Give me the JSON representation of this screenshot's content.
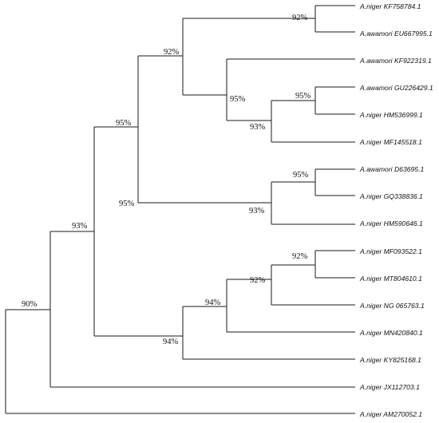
{
  "tree": {
    "taxa": [
      "A.niger KF758784.1",
      "A.awamori EU667995.1",
      "A.awamori KF922319.1",
      "A.awamori GU226429.1",
      "A.niger HM536999.1",
      "A.niger  MF145518.1",
      "A.awamori D63695.1",
      "A.niger GQ338836.1",
      "A.niger HM590646.1",
      "A.niger MF093522.1",
      "A.niger MT804610.1",
      "A.niger NG 065763.1",
      "A.niger MN420840.1",
      "A.niger KY825168.1",
      "A.niger JX112703.1",
      "A.niger AM270052.1"
    ],
    "support_values": {
      "a": "92%",
      "b": "95%",
      "c": "93%",
      "d": "95%",
      "e": "92%",
      "f": "95%",
      "g": "93%",
      "h": "95%",
      "i": "92%",
      "j": "92%",
      "k": "94%",
      "l": "94%",
      "m": "93%",
      "n": "90%"
    }
  }
}
